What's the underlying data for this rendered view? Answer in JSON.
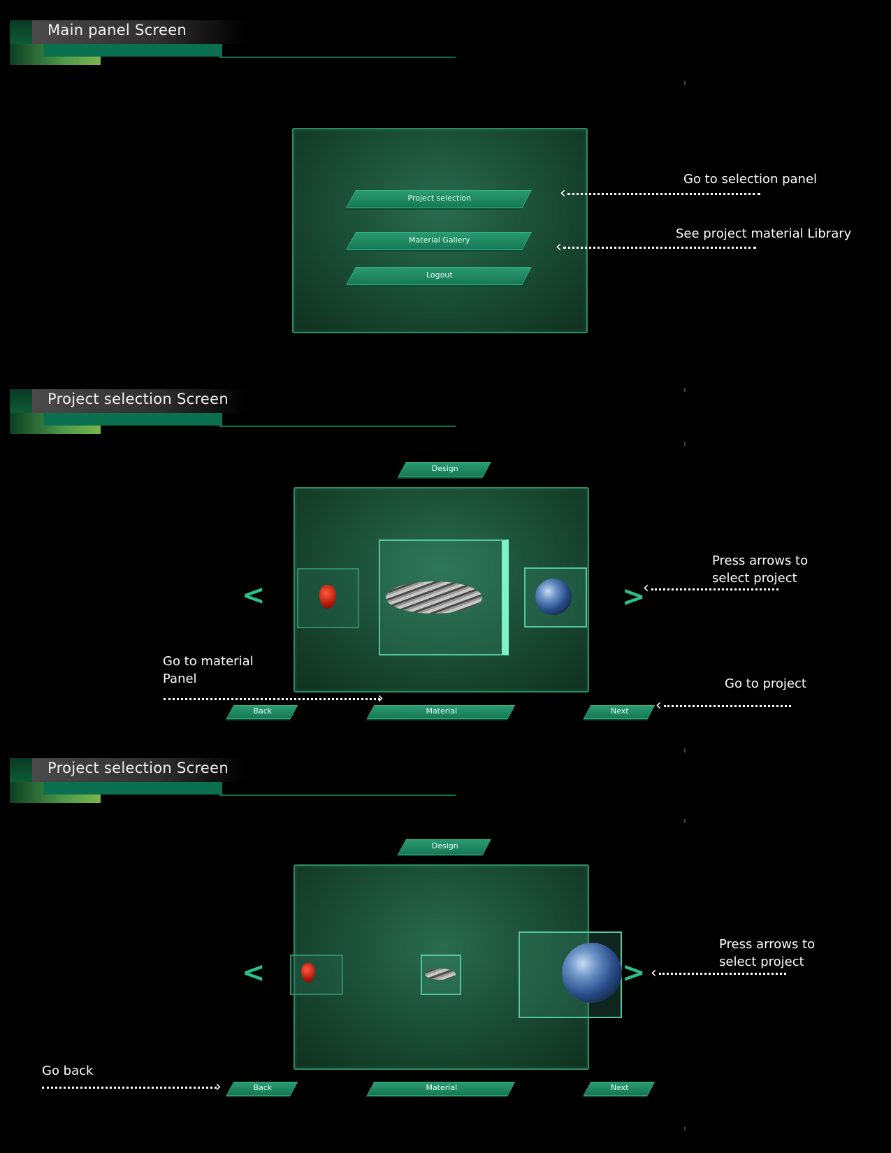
{
  "sections": [
    {
      "title": "Main panel Screen"
    },
    {
      "title": "Project selection Screen"
    },
    {
      "title": "Project selection Screen"
    }
  ],
  "main_panel": {
    "buttons": [
      "Project selection",
      "Material Gallery",
      "Logout"
    ],
    "notes": {
      "selection": "Go to selection panel",
      "library": "See project material Library"
    }
  },
  "project_selection_1": {
    "top_button": "Design",
    "bottom_buttons": [
      "Back",
      "Material",
      "Next"
    ],
    "nav": {
      "prev": "<",
      "next": ">"
    },
    "notes": {
      "arrows_line1": "Press arrows to",
      "arrows_line2": "select project",
      "material_line1": "Go to material",
      "material_line2": "Panel",
      "project": "Go to project"
    },
    "cards": [
      "heart",
      "shell",
      "earth"
    ]
  },
  "project_selection_2": {
    "top_button": "Design",
    "bottom_buttons": [
      "Back",
      "Material",
      "Next"
    ],
    "nav": {
      "prev": "<",
      "next": ">"
    },
    "notes": {
      "arrows_line1": "Press arrows to",
      "arrows_line2": "select project",
      "back": "Go back"
    },
    "cards": [
      "heart",
      "shell",
      "earth"
    ]
  },
  "colors": {
    "accent": "#29c08a",
    "panel": "#1c5038",
    "header_bar": "#0b7050",
    "background": "#000000"
  }
}
